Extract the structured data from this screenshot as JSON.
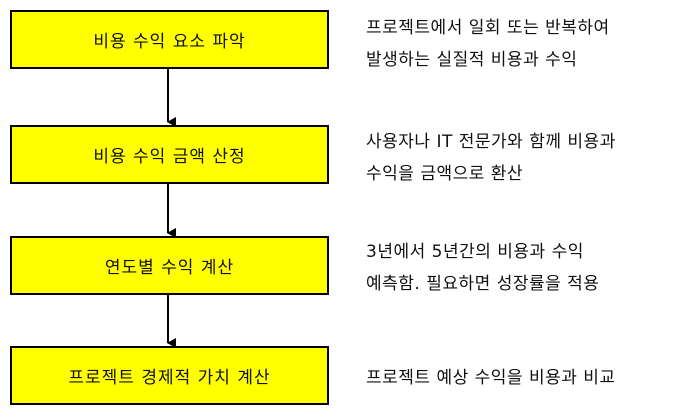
{
  "steps": [
    {
      "label": "비용 수익 요소 파악",
      "description": [
        "프로젝트에서 일회 또는 반복하여",
        "발생하는 실질적 비용과 수익"
      ]
    },
    {
      "label": "비용 수익 금액 산정",
      "description": [
        "사용자나 IT 전문가와 함께 비용과",
        "수익을 금액으로 환산"
      ]
    },
    {
      "label": "연도별 수익 계산",
      "description": [
        "3년에서 5년간의 비용과 수익",
        "예측함. 필요하면 성장률을 적용"
      ]
    },
    {
      "label": "프로젝트 경제적 가치 계산",
      "description": [
        "프로젝트 예상 수익을 비용과 비교"
      ]
    }
  ],
  "colors": {
    "box_fill": "#ffff00",
    "box_border": "#000000",
    "arrow": "#000000"
  }
}
